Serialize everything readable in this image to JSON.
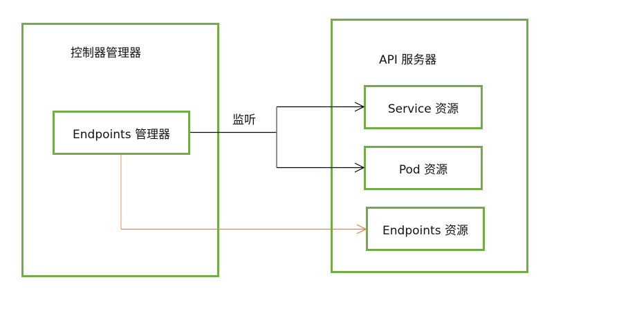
{
  "diagram": {
    "controller_manager": {
      "title": "控制器管理器",
      "endpoints_manager": "Endpoints 管理器"
    },
    "api_server": {
      "title": "API 服务器",
      "resources": [
        {
          "label": "Service 资源"
        },
        {
          "label": "Pod 资源"
        },
        {
          "label": "Endpoints 资源"
        }
      ]
    },
    "edges": [
      {
        "from": "Endpoints 管理器",
        "to": "Service 资源",
        "label": "监听",
        "color": "#000000"
      },
      {
        "from": "Endpoints 管理器",
        "to": "Pod 资源",
        "label": "监听",
        "color": "#000000"
      },
      {
        "from": "Endpoints 管理器",
        "to": "Endpoints 资源",
        "label": "",
        "color": "#ED7D31"
      }
    ],
    "watch_label": "监听",
    "colors": {
      "box_border": "#70AD47",
      "watch_edge": "#000000",
      "update_edge": "#ED7D31"
    }
  }
}
